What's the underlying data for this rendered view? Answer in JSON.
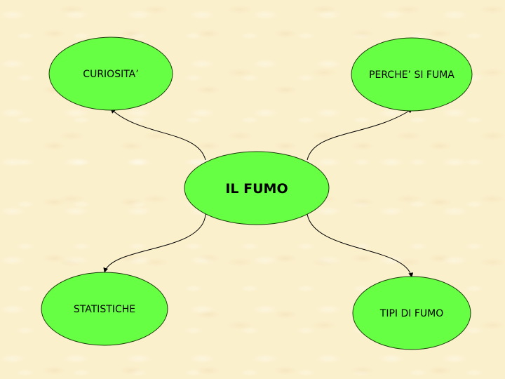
{
  "diagram": {
    "center": {
      "label": "IL FUMO"
    },
    "nodes": [
      {
        "id": "curiosita",
        "label": "CURIOSITA’"
      },
      {
        "id": "perche",
        "label": "PERCHE’ SI FUMA"
      },
      {
        "id": "statistiche",
        "label": "STATISTICHE"
      },
      {
        "id": "tipi",
        "label": "TIPI DI FUMO"
      }
    ],
    "colors": {
      "node_fill": "#66ff44",
      "node_stroke": "#1a3d0a",
      "connector": "#000000",
      "background": "#fbf0cc"
    }
  }
}
